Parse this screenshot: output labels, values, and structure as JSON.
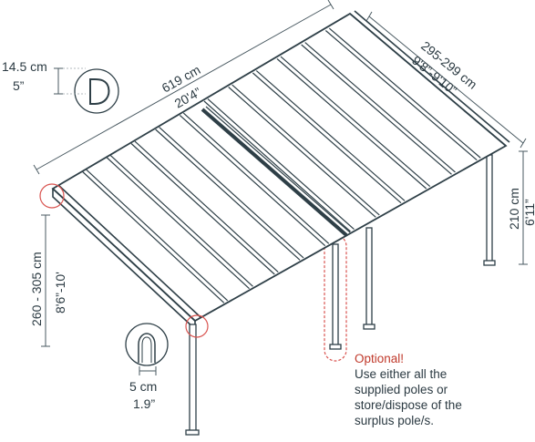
{
  "dimensions": {
    "gutter_height_cm": "14.5 cm",
    "gutter_height_in": "5”",
    "length_cm": "619 cm",
    "length_ft": "20'4”",
    "depth_cm": "295-299 cm",
    "depth_ft": "9'8”-9'10”",
    "rear_height_cm": "210 cm",
    "rear_height_ft": "6'11”",
    "front_height_cm": "260 - 305 cm",
    "front_height_ft": "8'6”-10'",
    "post_width_cm": "5 cm",
    "post_width_in": "1.9”"
  },
  "note": {
    "title": "Optional!",
    "lines": [
      "Use either all the",
      "supplied poles or",
      "store/dispose of the",
      "surplus pole/s."
    ]
  },
  "colors": {
    "line": "#2e3f47",
    "highlight": "#d9534f",
    "panel": "#ffffff"
  }
}
